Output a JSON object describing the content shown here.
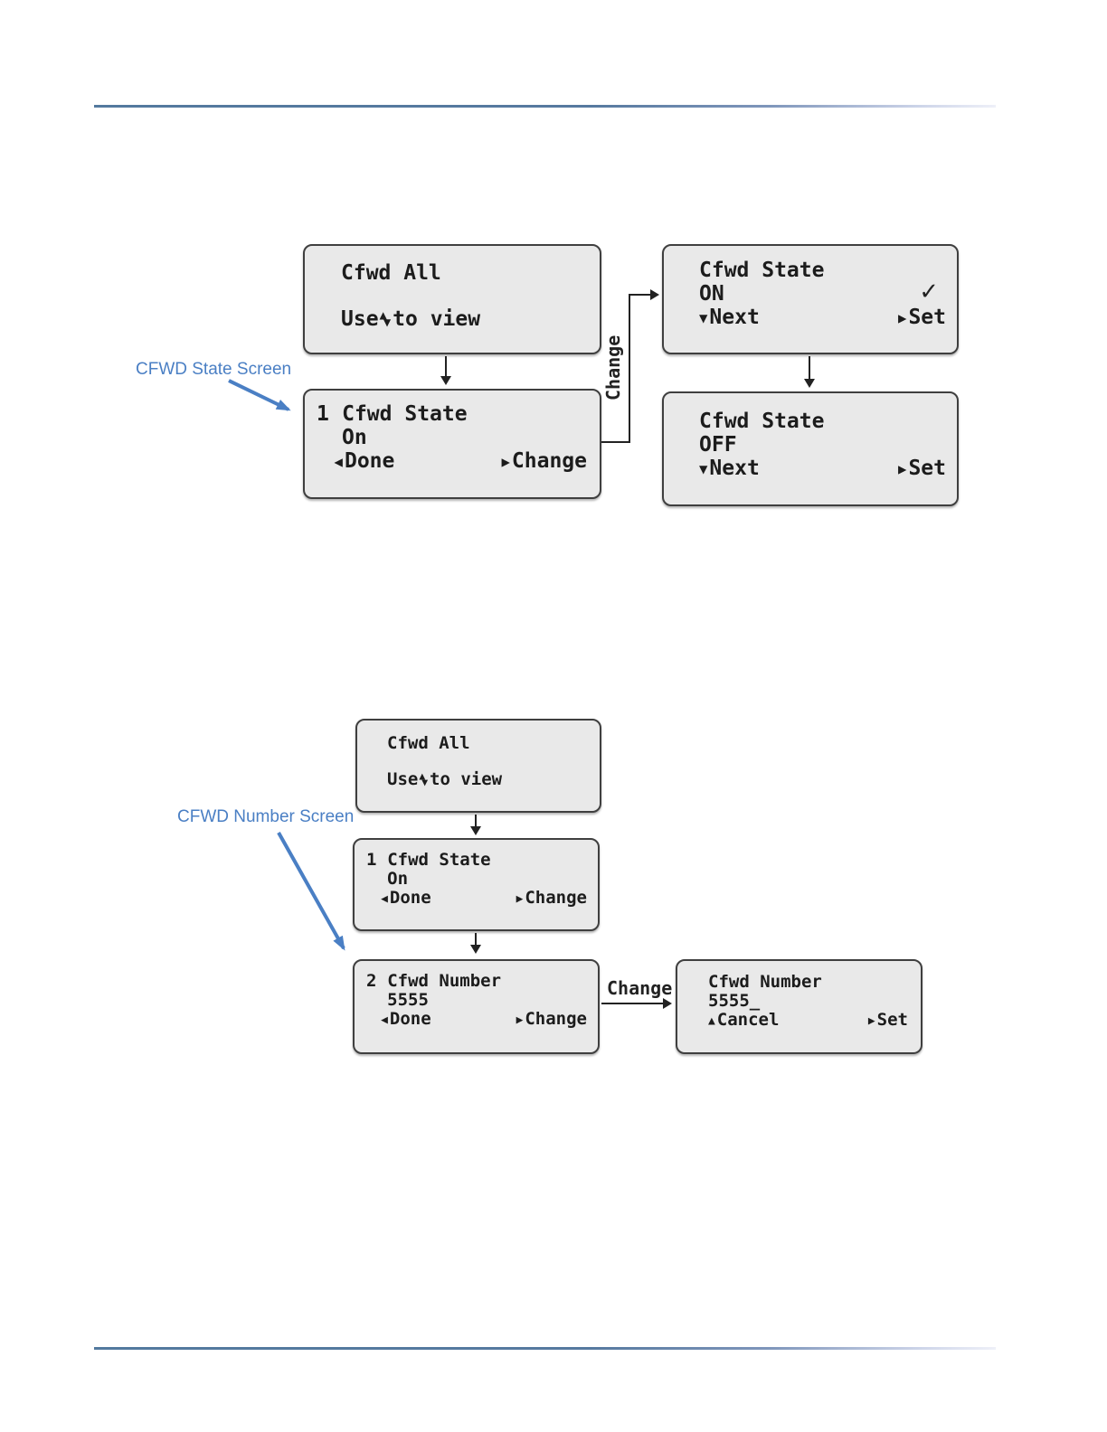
{
  "icons": {
    "up_triangle": "▲",
    "down_triangle": "▼",
    "left_triangle": "◀",
    "right_triangle": "▶",
    "checkmark": "✓"
  },
  "annotations": {
    "state_screen_label": "CFWD State Screen",
    "number_screen_label": "CFWD Number Screen",
    "change_vertical_label": "Change",
    "change_horizontal_label": "Change"
  },
  "diagram1": {
    "cfwd_all": {
      "title": "Cfwd All",
      "hint_prefix": "Use",
      "hint_suffix": "to view"
    },
    "state_item": {
      "index": "1",
      "name": "Cfwd State",
      "value": "On",
      "left_softkey": "Done",
      "right_softkey": "Change"
    },
    "state_on": {
      "title": "Cfwd State",
      "value": "ON",
      "left_softkey": "Next",
      "right_softkey": "Set"
    },
    "state_off": {
      "title": "Cfwd State",
      "value": "OFF",
      "left_softkey": "Next",
      "right_softkey": "Set"
    }
  },
  "diagram2": {
    "cfwd_all": {
      "title": "Cfwd All",
      "hint_prefix": "Use",
      "hint_suffix": "to view"
    },
    "state_item": {
      "index": "1",
      "name": "Cfwd State",
      "value": "On",
      "left_softkey": "Done",
      "right_softkey": "Change"
    },
    "number_item": {
      "index": "2",
      "name": "Cfwd Number",
      "value": "5555",
      "left_softkey": "Done",
      "right_softkey": "Change"
    },
    "number_edit": {
      "title": "Cfwd Number",
      "value": "5555_",
      "left_softkey": "Cancel",
      "right_softkey": "Set"
    }
  },
  "colors": {
    "accent_blue": "#4a7fc4",
    "lcd_background": "#e9e9e9",
    "lcd_border": "#3f3f3f",
    "line_color": "#222222"
  }
}
